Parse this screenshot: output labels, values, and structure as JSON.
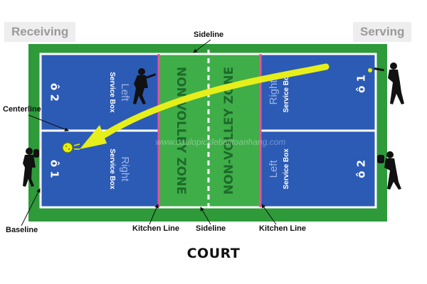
{
  "corners": {
    "left": "Receiving",
    "right": "Serving"
  },
  "labels": {
    "sideline": "Sideline",
    "centerline": "Centerline",
    "baseline": "Baseline",
    "kitchen_line": "Kitchen Line"
  },
  "zones": {
    "left": "NON-VOLLEY ZONE",
    "right": "NON-VOLLEY ZONE"
  },
  "service_boxes": {
    "left_top": {
      "side": "Left",
      "sub": "Service Box"
    },
    "left_bottom": {
      "side": "Right",
      "sub": "Service Box"
    },
    "right_top": {
      "side": "Right",
      "sub": "Service Box"
    },
    "right_bottom": {
      "side": "Left",
      "sub": "Service Box"
    }
  },
  "positions": {
    "left_top": "ô 2",
    "left_bottom": "ô 1",
    "right_top": "ô 1",
    "right_bottom": "ô 2"
  },
  "watermark": "www.caulopickleballtoanhang.com",
  "caption": "COURT",
  "colors": {
    "outer_green": "#2e9a3a",
    "court_blue": "#2c5bb5",
    "kitchen_green": "#3fae49",
    "line_white": "#ffffff",
    "kitchen_line_pink": "#e0569a",
    "arrow_yellow": "#e6ef1a"
  }
}
